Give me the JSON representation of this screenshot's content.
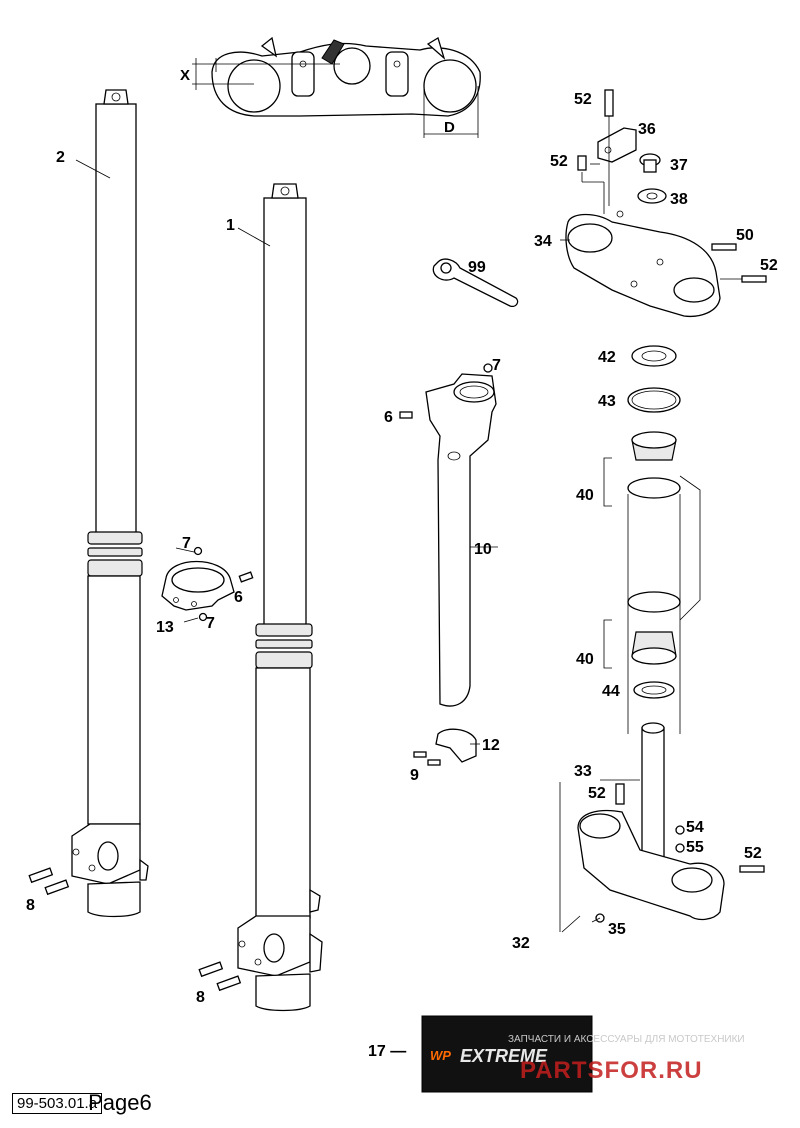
{
  "dimensions": {
    "x_label": "X",
    "d_label": "D"
  },
  "callouts": {
    "c1": "1",
    "c2": "2",
    "c6a": "6",
    "c6b": "6",
    "c7a": "7",
    "c7b": "7",
    "c7c": "7",
    "c8a": "8",
    "c8b": "8",
    "c9": "9",
    "c10": "10",
    "c12": "12",
    "c13": "13",
    "c17": "17 —",
    "c32": "32",
    "c33": "33",
    "c34": "34",
    "c35": "35",
    "c36": "36",
    "c37": "37",
    "c38": "38",
    "c40a": "40",
    "c40b": "40",
    "c42": "42",
    "c43": "43",
    "c44": "44",
    "c50": "50",
    "c52a": "52",
    "c52b": "52",
    "c52c": "52",
    "c52d": "52",
    "c52e": "52",
    "c54": "54",
    "c55": "55",
    "c99": "99"
  },
  "decal": {
    "logo": "WP",
    "brand": "EXTREME"
  },
  "watermark": {
    "small": "ЗАПЧАСТИ И АКСЕССУАРЫ ДЛЯ МОТОТЕХНИКИ",
    "big": "PARTSFOR.RU"
  },
  "footer": {
    "doc_code": "99-503.01.a",
    "page": "Page6"
  }
}
